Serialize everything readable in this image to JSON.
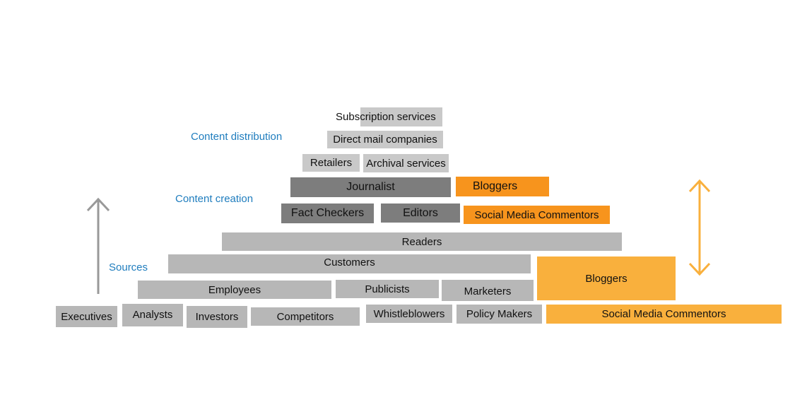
{
  "colors": {
    "gray_light": "#c9c9c9",
    "gray_mid": "#b7b7b7",
    "gray_dark": "#7d7d7d",
    "orange_strong": "#f7941d",
    "orange_light": "#f9b03d",
    "label_blue": "#1f7dbe",
    "arrow_gray": "#999999",
    "arrow_orange": "#f9b03d"
  },
  "icons": {
    "left_arrow": "up-arrow-icon",
    "right_arrow": "double-headed-vertical-arrow-icon"
  },
  "labels": {
    "content_distribution": "Content distribution",
    "content_creation": "Content creation",
    "sources": "Sources"
  },
  "distribution": {
    "subscription": "Subscription services",
    "direct_mail": "Direct mail companies",
    "retailers": "Retailers",
    "archival": "Archival services"
  },
  "creation": {
    "journalist": "Journalist",
    "bloggers": "Bloggers",
    "fact_checkers": "Fact Checkers",
    "editors": "Editors",
    "social_media": "Social Media Commentors"
  },
  "sources": {
    "readers": "Readers",
    "customers": "Customers",
    "bloggers": "Bloggers",
    "employees": "Employees",
    "publicists": "Publicists",
    "marketers": "Marketers",
    "executives": "Executives",
    "analysts": "Analysts",
    "investors": "Investors",
    "competitors": "Competitors",
    "whistleblowers": "Whistleblowers",
    "policy_makers": "Policy Makers",
    "social_media": "Social Media Commentors"
  }
}
